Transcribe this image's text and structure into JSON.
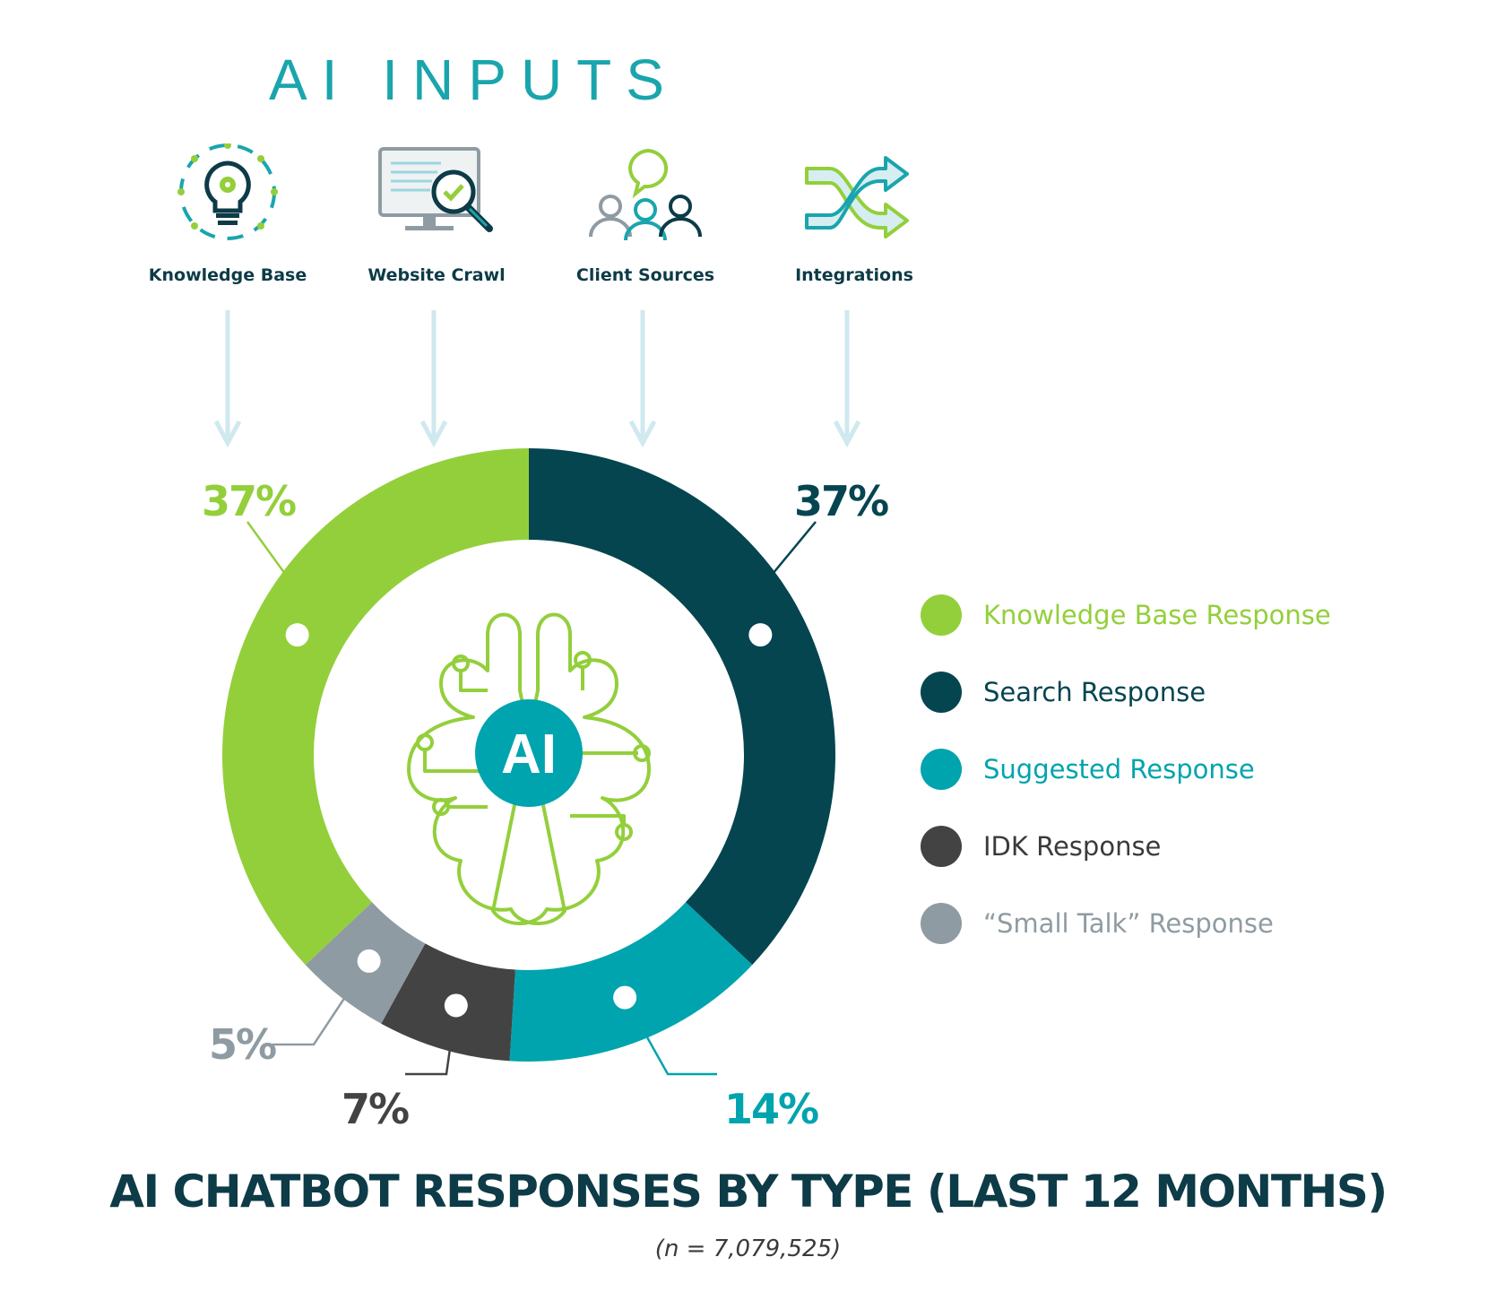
{
  "header": {
    "title": "AI INPUTS"
  },
  "inputs": [
    {
      "label": "Knowledge  Base",
      "icon": "lightbulb-gear-icon"
    },
    {
      "label": "Website Crawl",
      "icon": "monitor-magnifier-icon"
    },
    {
      "label": "Client Sources",
      "icon": "people-chat-icon"
    },
    {
      "label": "Integrations",
      "icon": "crossing-arrows-icon"
    }
  ],
  "center_badge": {
    "label": "AI",
    "icon": "brain-circuit-icon"
  },
  "colors": {
    "knowledge": "#93cf3b",
    "search": "#054550",
    "suggested": "#00a4ae",
    "idk": "#434343",
    "smalltalk": "#8f9ba2",
    "title": "#0d3b47",
    "inputs_title": "#1aa5ad",
    "arrow": "#cfe9ef"
  },
  "chart_data": {
    "type": "pie",
    "title": "AI CHATBOT RESPONSES BY TYPE (LAST 12 MONTHS)",
    "subtitle": "(n = 7,079,525)",
    "series": [
      {
        "name": "Knowledge Base Response",
        "value": 37,
        "label": "37%",
        "color": "#93cf3b"
      },
      {
        "name": "Search Response",
        "value": 37,
        "label": "37%",
        "color": "#054550"
      },
      {
        "name": "Suggested Response",
        "value": 14,
        "label": "14%",
        "color": "#00a4ae"
      },
      {
        "name": "IDK Response",
        "value": 7,
        "label": "7%",
        "color": "#434343"
      },
      {
        "name": "“Small Talk” Response",
        "value": 5,
        "label": "5%",
        "color": "#8f9ba2"
      }
    ],
    "legend_position": "right"
  }
}
